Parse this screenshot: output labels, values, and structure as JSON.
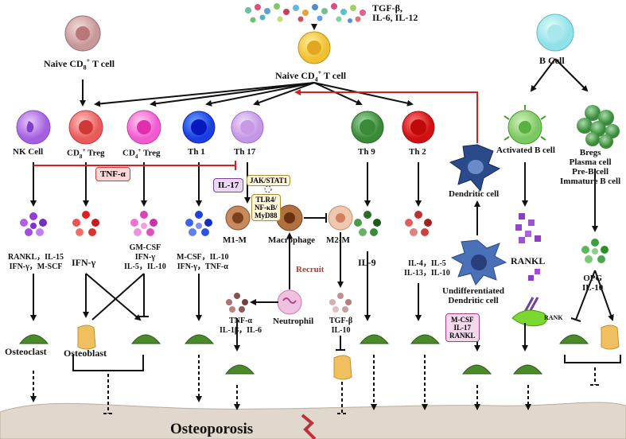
{
  "top_cytokines": "TGF-β,\nIL-6, IL-12",
  "naive_cd8": {
    "pre": "Naive CD",
    "sub": "8",
    "sup": "+",
    "post": " T cell"
  },
  "naive_cd4": {
    "pre": "Naive CD",
    "sub": "4",
    "sup": "+",
    "post": " T cell"
  },
  "b_cell": "B Cell",
  "cells": {
    "nk": "NK Cell",
    "cd8_treg": {
      "pre": "CD",
      "sub": "8",
      "sup": "+",
      "post": " Treg"
    },
    "cd4_treg": {
      "pre": "CD",
      "sub": "4",
      "sup": "+",
      "post": " Treg"
    },
    "th1": "Th 1",
    "th17": "Th 17",
    "th9": "Th 9",
    "th2": "Th 2",
    "dendritic": "Dendritic cell",
    "activated_b": "Activated B cell",
    "bregs": "Bregs\nPlasma cell\nPre-B cell\nImmature B cell",
    "m1": "M1-M",
    "macrophage": "Macrophage",
    "m2": "M2-M",
    "neutrophil": "Neutrophil",
    "undiff_dc": "Undifferentiated\nDendritic cell"
  },
  "factors": {
    "nk": "RANKL，IL-15\nIFN-γ，M-SCF",
    "cd8_treg": "IFN-γ",
    "cd4_treg": "GM-CSF\nIFN-γ\nIL-5，IL-10",
    "th1": "M-CSF，IL-10\nIFN-γ，TNF-α",
    "m1": "TNF-α\nIL-1β，IL-6",
    "m2": "TGF-β\nIL-10",
    "th9": "IL-9",
    "th2": "IL-4，IL-5\nIL-13，IL-10",
    "b": "RANKL",
    "opg": "OPG\nIL-10"
  },
  "tnf_alpha": "TNF-α",
  "il17": "IL-17",
  "jak_stat1": "JAK/STAT1",
  "tlr4": "TLR4/\nNF-κB/\nMyD88",
  "recruit": "Recruit",
  "mcsf_box": "M-CSF\nIL-17\nRANKL",
  "rank": "RANK",
  "osteoclast": "Osteoclast",
  "osteoblast": "Osteoblast",
  "osteoporosis": "Osteoporosis",
  "colors": {
    "red_arrow": "#d42020",
    "osteoclast": "#4a8a2a",
    "osteoblast": "#f0c060",
    "bone": "#ddd5c8"
  }
}
